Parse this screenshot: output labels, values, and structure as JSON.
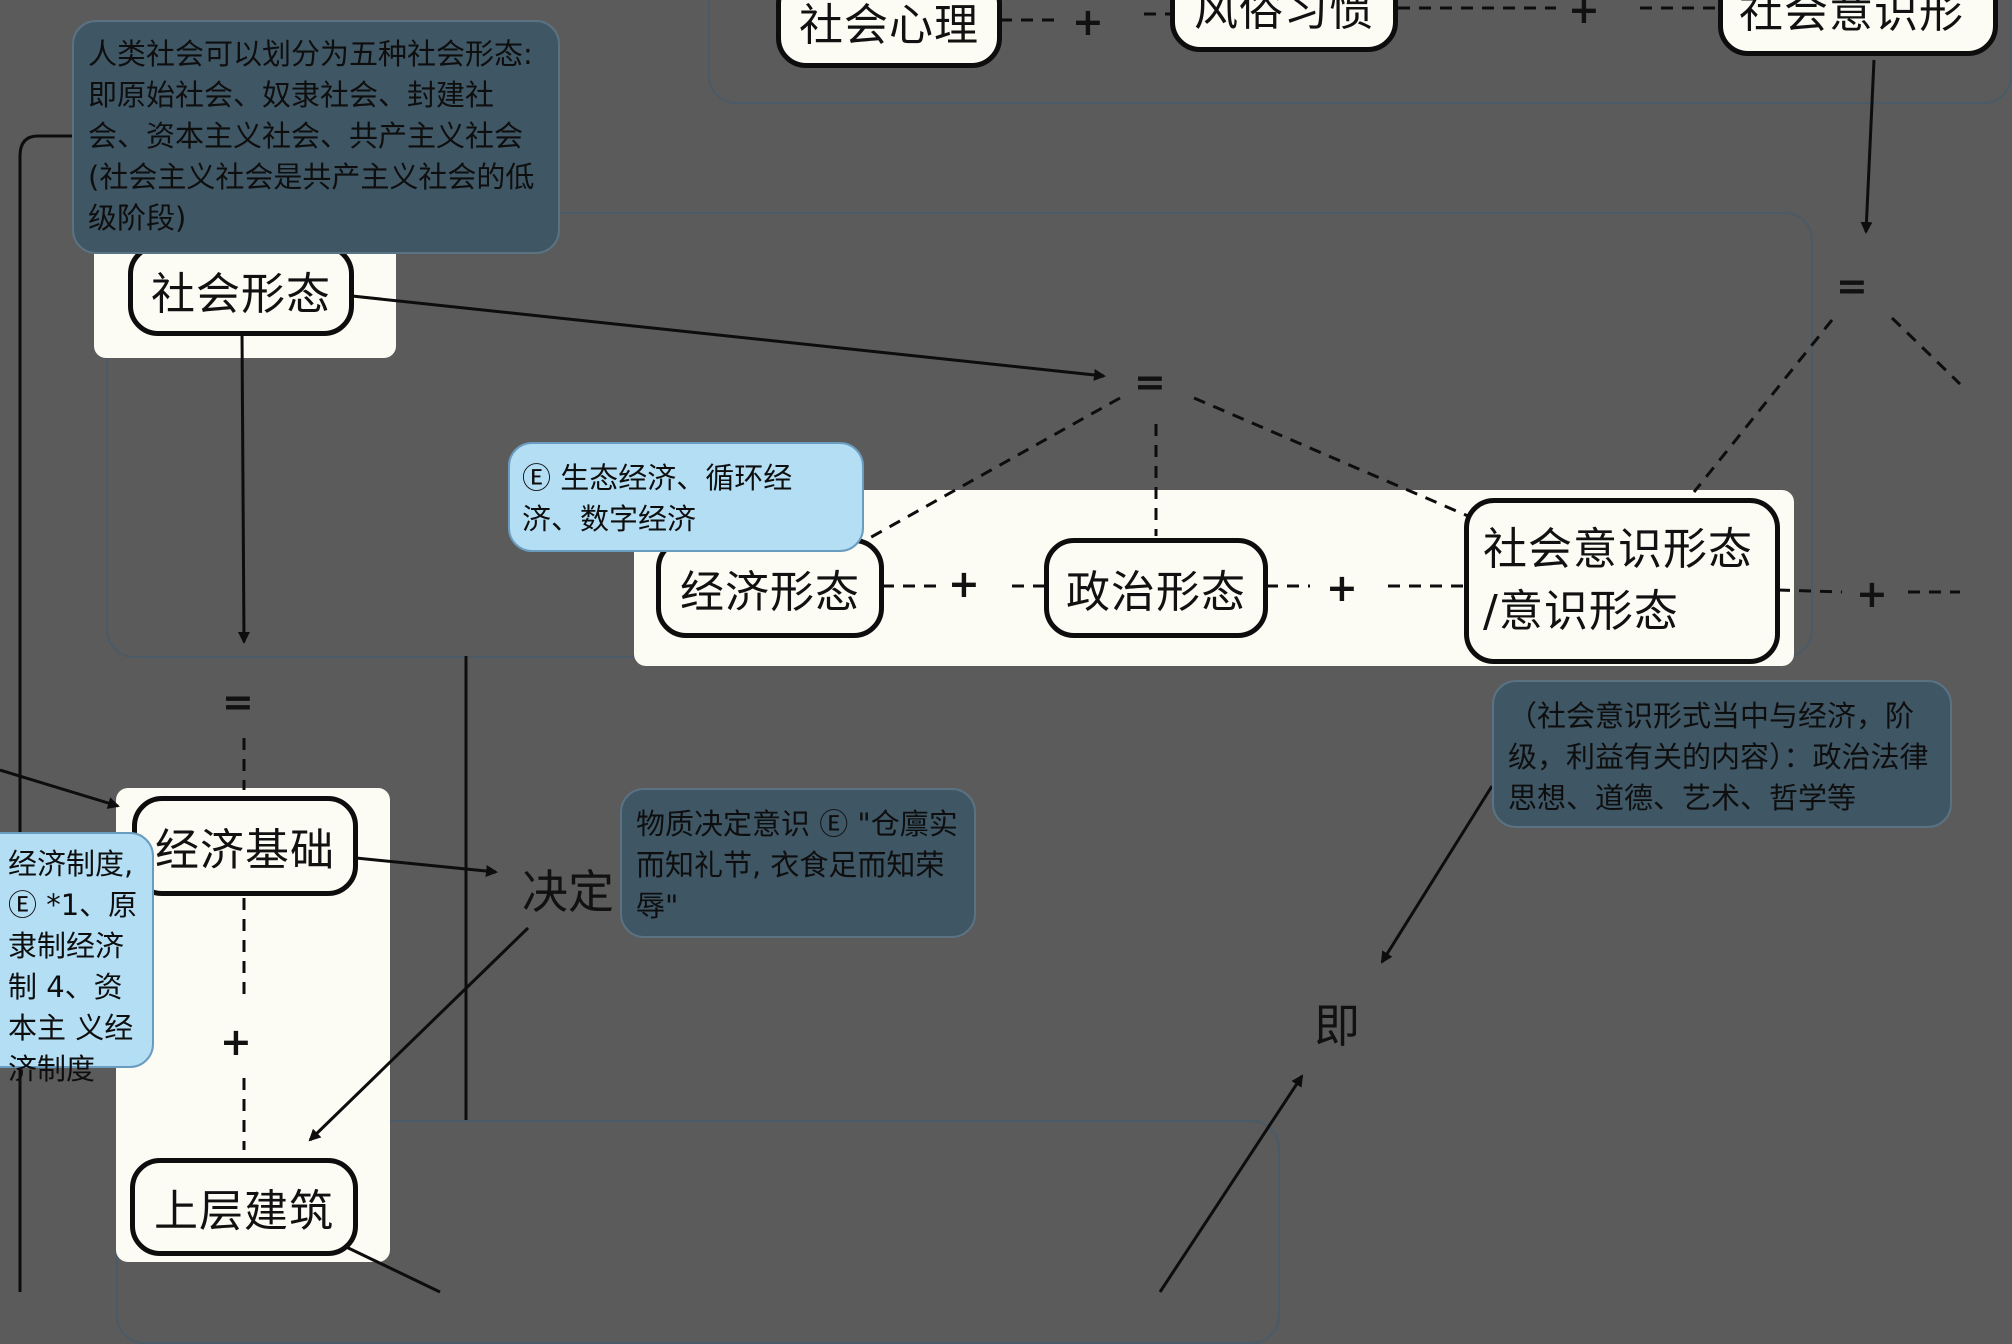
{
  "nodes": {
    "social_form": "社会形态",
    "economic_form": "经济形态",
    "political_form": "政治形态",
    "ideology_line1": "社会意识形态",
    "ideology_line2": "/意识形态",
    "economic_base": "经济基础",
    "superstructure": "上层建筑",
    "social_psychology": "社会心理",
    "customs": "风俗习惯",
    "social_consciousness_top": "社会意识形"
  },
  "operators": {
    "equals": "=",
    "plus": "+",
    "determine": "决定",
    "namely": "即"
  },
  "notes": {
    "five_forms": "人类社会可以划分为五种社会形态: 即原始社会、奴隶社会、封建社会、资本主义社会、共产主义社会 (社会主义社会是共产主义社会的低级阶段)",
    "eco_types": "Ⓔ 生态经济、循环经济、数字经济",
    "matter_decides": "物质决定意识 Ⓔ \"仓廪实而知礼节, 衣食足而知荣辱\"",
    "ideology_content": "（社会意识形式当中与经济，阶级，利益有关的内容）：政治法律思想、道德、艺术、哲学等",
    "econ_system": "经济制度, Ⓔ *1、原 隶制经济制 4、资本主 义经济制度"
  },
  "colors": {
    "background": "#5b5b5b",
    "node_fill": "#fcfbf4",
    "node_border": "#0d0d0d",
    "note_fill": "#3f5665",
    "highlight_blue": "#b3def4"
  }
}
